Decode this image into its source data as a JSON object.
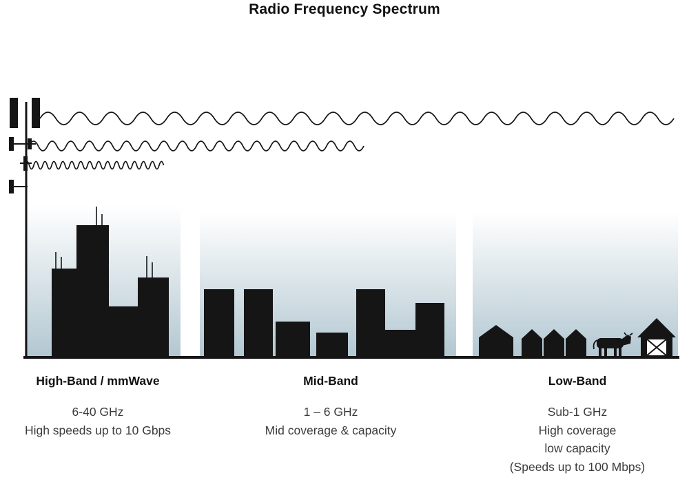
{
  "title": "Radio Frequency Spectrum",
  "bands": [
    {
      "label": "High-Band / mmWave",
      "lines": [
        "6-40 GHz",
        "High speeds up to 10 Gbps"
      ]
    },
    {
      "label": "Mid-Band",
      "lines": [
        "1 – 6 GHz",
        "Mid coverage & capacity"
      ]
    },
    {
      "label": "Low-Band",
      "lines": [
        "Sub-1 GHz",
        "High coverage",
        "low capacity",
        "(Speeds up to 100 Mbps)"
      ]
    }
  ],
  "icons": [
    "cell-tower-icon",
    "low-band-wave",
    "mid-band-wave",
    "high-band-wave",
    "skyscraper-icon",
    "house-icon",
    "cow-icon",
    "barn-icon"
  ],
  "colors": {
    "silhouette": "#151515",
    "sky_top": "#ffffff",
    "sky_bottom": "#b2c7d1",
    "text": "#3c3c3c",
    "heading": "#111111"
  }
}
